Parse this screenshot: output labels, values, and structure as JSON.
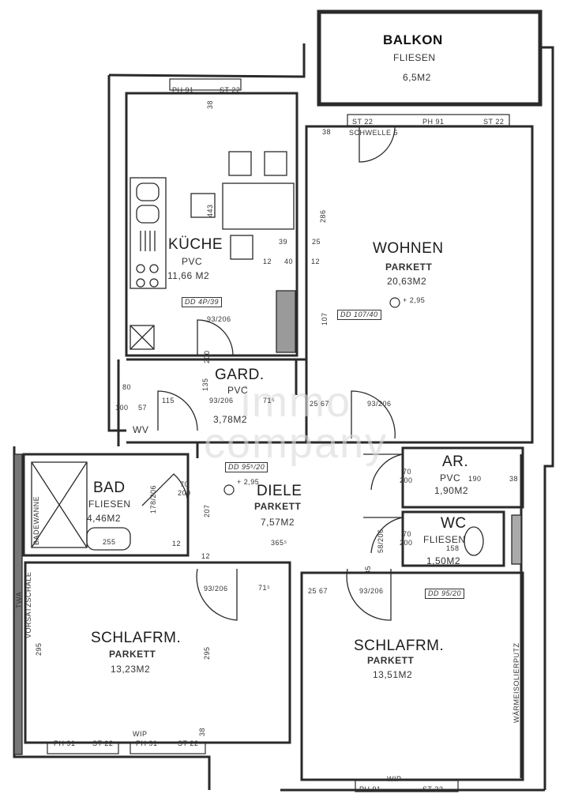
{
  "balcony": {
    "name": "BALKON",
    "floor": "FLIESEN",
    "area": "6,5M2"
  },
  "rooms": {
    "kitchen": {
      "name": "KÜCHE",
      "floor": "PVC",
      "area": "11,66 M2"
    },
    "living": {
      "name": "WOHNEN",
      "floor": "PARKETT",
      "area": "20,63M2"
    },
    "wardrobe": {
      "name": "GARD.",
      "floor": "PVC",
      "area": "3,78M2"
    },
    "storage": {
      "name": "AR.",
      "floor": "PVC",
      "area": "1,90M2"
    },
    "bath": {
      "name": "BAD",
      "floor": "FLIESEN",
      "area": "4,46M2"
    },
    "hall": {
      "name": "DIELE",
      "floor": "PARKETT",
      "area": "7,57M2"
    },
    "wc": {
      "name": "WC",
      "floor": "FLIESEN",
      "area": "1,50M2"
    },
    "bedroom_left": {
      "name": "SCHLAFRM.",
      "floor": "PARKETT",
      "area": "13,23M2"
    },
    "bedroom_right": {
      "name": "SCHLAFRM.",
      "floor": "PARKETT",
      "area": "13,51M2"
    }
  },
  "labels": {
    "ph91": "PH 91",
    "st22": "ST 22",
    "schwelle": "SCHWELLE 5",
    "wip": "WIP",
    "wv": "WV",
    "dd_kitchen": "DD 4P/39",
    "dd_living": "DD 107/40",
    "dd_hall": "DD 95⁵/20",
    "dd_right": "DD 95/20",
    "level_living": "+ 2,95",
    "level_hall": "+ 2,95",
    "vorsatzschale": "VORSATZSCHALE",
    "waermeputz": "WÄRMEISOLIERPUTZ",
    "twa": "TWA",
    "badewanne": "BADEWANNE",
    "watermark_1": "immo",
    "watermark_2": "company"
  },
  "dimensions": {
    "d443": "443",
    "d286": "286",
    "d107": "107",
    "d39": "39",
    "d25a": "25",
    "d12a": "12",
    "d40": "40",
    "d12b": "12",
    "d93_206_a": "93/206",
    "d93_206_b": "93/206",
    "d93_206_c": "93/206",
    "d93_206_d": "93/206",
    "d93_206_e": "93/206",
    "d71_a": "71⁵",
    "d71_b": "71⁵",
    "d25_67_a": "25 67",
    "d25_67_b": "25 67",
    "d115": "115",
    "d57": "57",
    "d135": "135",
    "d200a": "200",
    "d70_200_a": "70",
    "d200b": "200",
    "d207": "207",
    "d365": "365⁵",
    "d295_a": "295",
    "d295_b": "295",
    "d190": "190",
    "d38a": "38",
    "d38b": "38",
    "d38c": "38",
    "d38d": "38",
    "d158": "158",
    "d255": "255",
    "d70b": "70",
    "d200c": "200",
    "d70c": "70",
    "d200d": "200",
    "d178_206": "178/206",
    "d58_206": "58/206",
    "d85": "85",
    "d12c": "12",
    "d12d": "12",
    "d100": "100",
    "d80": "80"
  }
}
